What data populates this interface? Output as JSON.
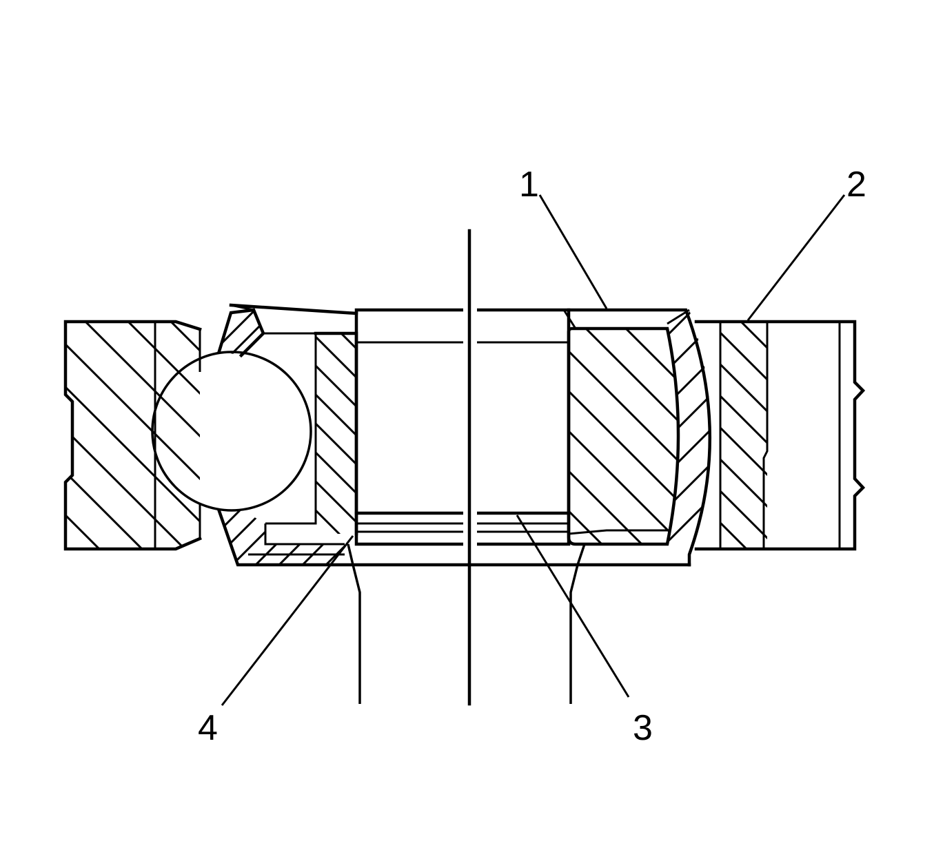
{
  "diagram": {
    "colors": {
      "line": "#000000",
      "background": "#ffffff"
    },
    "callouts": [
      {
        "id": "1",
        "label": "1"
      },
      {
        "id": "2",
        "label": "2"
      },
      {
        "id": "3",
        "label": "3"
      },
      {
        "id": "4",
        "label": "4"
      }
    ]
  }
}
